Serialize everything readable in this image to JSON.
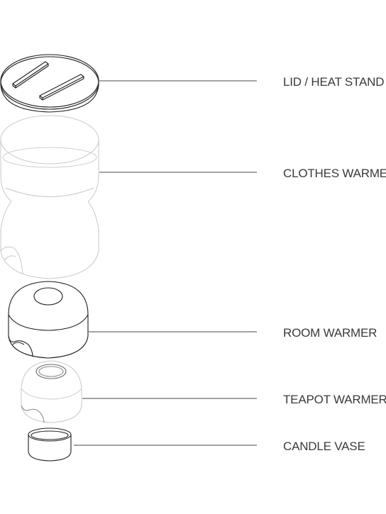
{
  "labels": {
    "lid": "LID / HEAT STAND",
    "clothes": "CLOTHES WARMER",
    "room": "ROOM WARMER",
    "teapot": "TEAPOT WARMER",
    "candle": "CANDLE VASE"
  }
}
